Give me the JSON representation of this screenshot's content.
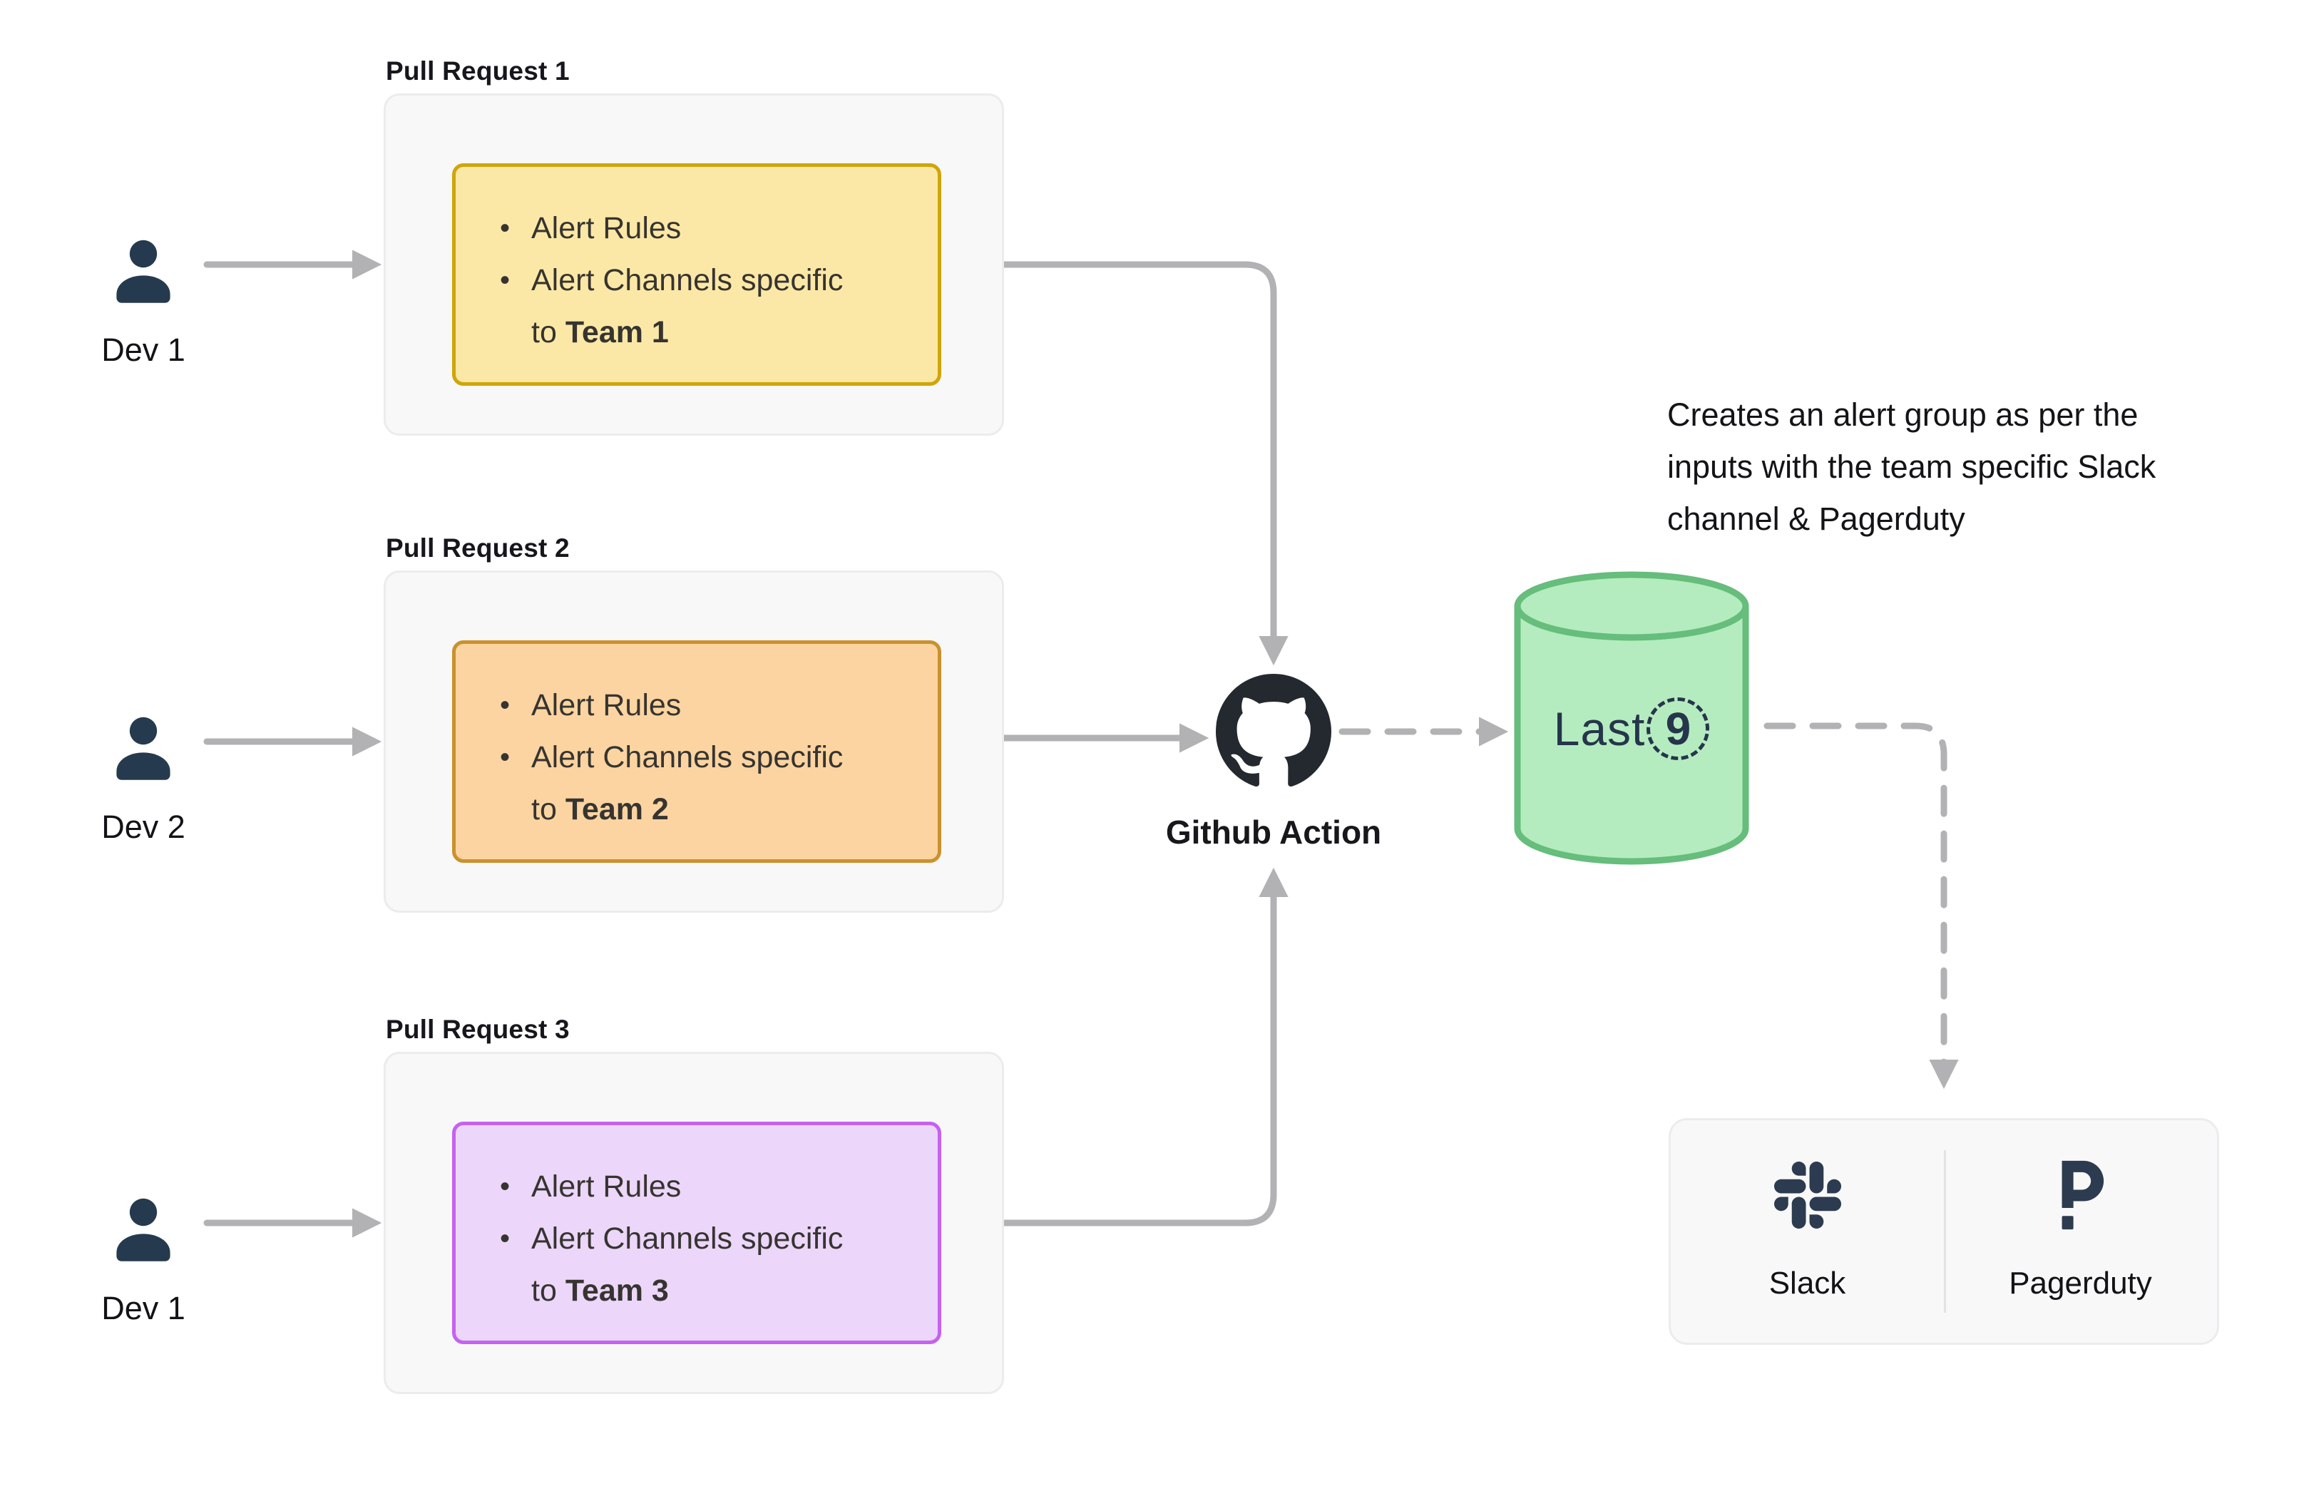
{
  "rows": [
    {
      "pr_label": "Pull Request 1",
      "dev_label": "Dev 1",
      "bullet1": "Alert Rules",
      "bullet2": "Alert Channels specific",
      "line3_prefix": "to",
      "team": "Team 1"
    },
    {
      "pr_label": "Pull Request 2",
      "dev_label": "Dev 2",
      "bullet1": "Alert Rules",
      "bullet2": "Alert Channels specific",
      "line3_prefix": "to",
      "team": "Team 2"
    },
    {
      "pr_label": "Pull Request 3",
      "dev_label": "Dev 1",
      "bullet1": "Alert Rules",
      "bullet2": "Alert Channels specific",
      "line3_prefix": "to",
      "team": "Team 3"
    }
  ],
  "github": {
    "label": "Github Action"
  },
  "last9": {
    "word": "Last",
    "digit": "9"
  },
  "caption": {
    "line1": "Creates an alert group as per the",
    "line2": "inputs with the team specific Slack",
    "line3": "channel & Pagerduty"
  },
  "destinations": {
    "slack_label": "Slack",
    "pagerduty_label": "Pagerduty"
  },
  "ui": {
    "bullet_char": "•"
  },
  "icons": {
    "dev": "person-icon",
    "github": "github-octocat-icon",
    "database": "database-cylinder",
    "slack": "slack-icon",
    "pagerduty": "pagerduty-icon"
  },
  "colors": {
    "arrow": "#b2b2b4",
    "dev_icon": "#253a4e",
    "card_bg": "#f8f8f9",
    "card_border": "#ececee",
    "team1_bg": "#fce8a6",
    "team1_border": "#cfa50a",
    "team2_bg": "#fbd4a1",
    "team2_border": "#cb912d",
    "team3_bg": "#ecd6f9",
    "team3_border": "#c562f1",
    "github_icon": "#24292f",
    "last9_fill": "#b4ecbf",
    "last9_stroke": "#66bd7c",
    "last9_text": "#26354b",
    "slack_icon": "#2c3b4f",
    "pagerduty_icon": "#2c3b4f",
    "text_primary": "#131417"
  }
}
